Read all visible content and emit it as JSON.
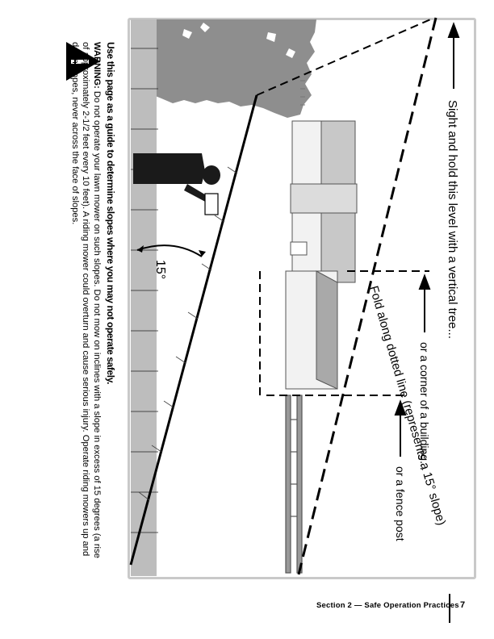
{
  "figure": {
    "sight_label": "Sight and hold this level with a vertical tree...",
    "building_label": "or a corner of a building...",
    "fence_label": "or a fence post",
    "fold_label": "Fold along dotted line (represents a 15° slope)",
    "angle_label": "15°"
  },
  "warning": {
    "guide": "Use this page as a guide to determine slopes where you may not operate safely.",
    "label": "WARNING:",
    "text": "Do not operate your lawn mower on such slopes. Do not mow on inclines with a slope in excess of 15 degrees (a rise of approximately 2-1/2 feet every 10 feet). A riding mower could overturn and cause serious injury. Operate riding mowers up and down slopes, never across the face of slopes."
  },
  "footer": {
    "section": "Section 2 — Safe Operation Practices",
    "page_number": "7"
  }
}
